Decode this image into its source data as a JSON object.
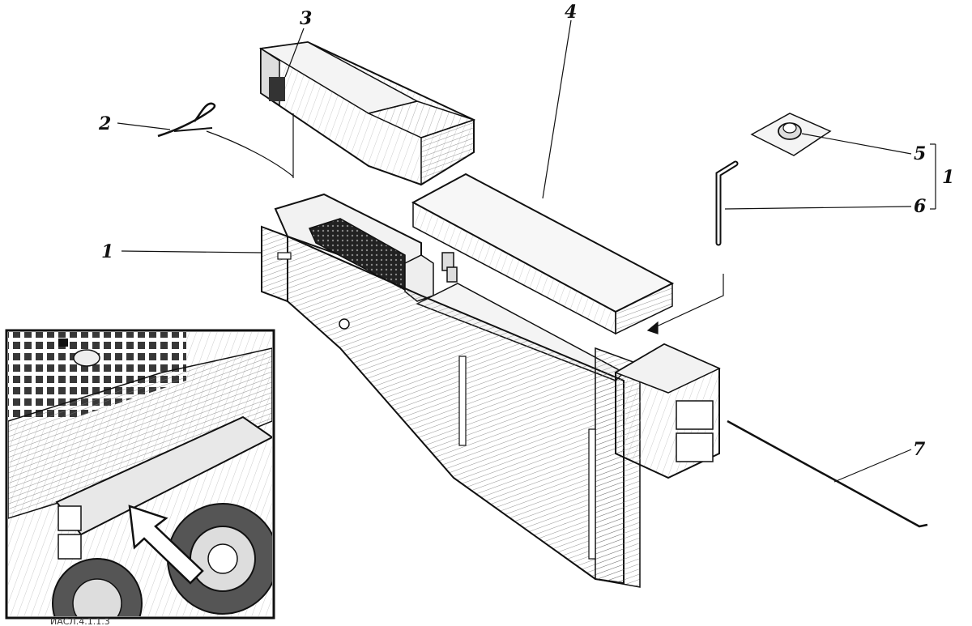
{
  "callouts": {
    "c1": "1",
    "c2": "2",
    "c3": "3",
    "c4": "4",
    "c5": "5",
    "c6": "6",
    "c7": "7",
    "group": "1"
  },
  "caption": "ИАСЛ.4.1.1.3",
  "colors": {
    "ink": "#111111",
    "paper": "#ffffff",
    "shade": "#5a5a5a"
  }
}
